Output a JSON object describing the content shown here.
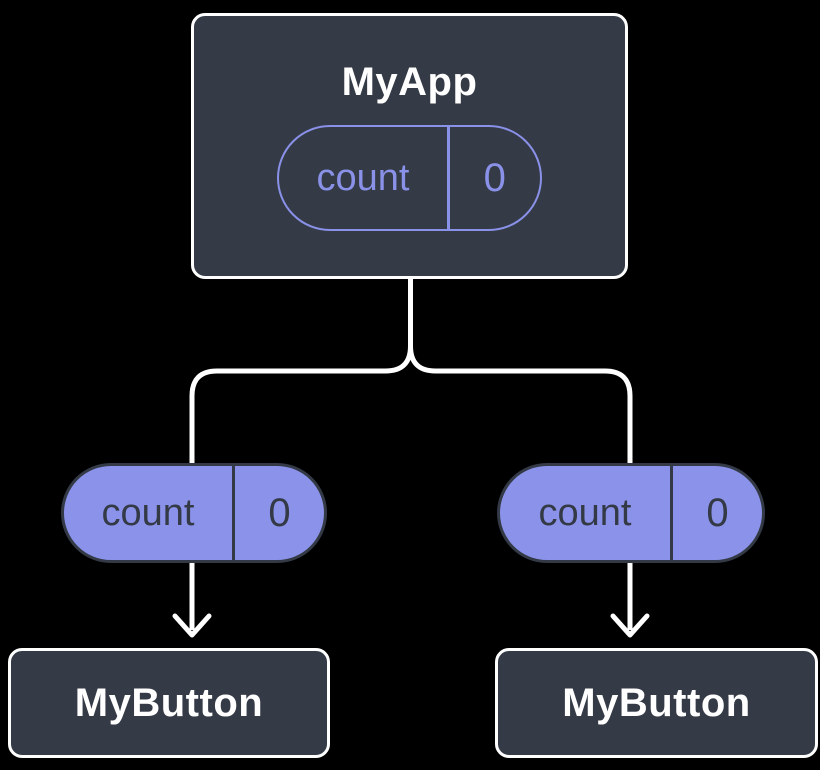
{
  "colors": {
    "background": "#000000",
    "node_fill": "#343a46",
    "node_border": "#ffffff",
    "node_text": "#ffffff",
    "accent_purple": "#8a91e8",
    "pill_fill": "#8b92e9",
    "pill_dark_text": "#333a46",
    "connector": "#ffffff"
  },
  "root": {
    "title": "MyApp",
    "state": {
      "name": "count",
      "value": "0"
    }
  },
  "branches": [
    {
      "prop": {
        "name": "count",
        "value": "0"
      },
      "child": {
        "title": "MyButton"
      }
    },
    {
      "prop": {
        "name": "count",
        "value": "0"
      },
      "child": {
        "title": "MyButton"
      }
    }
  ]
}
